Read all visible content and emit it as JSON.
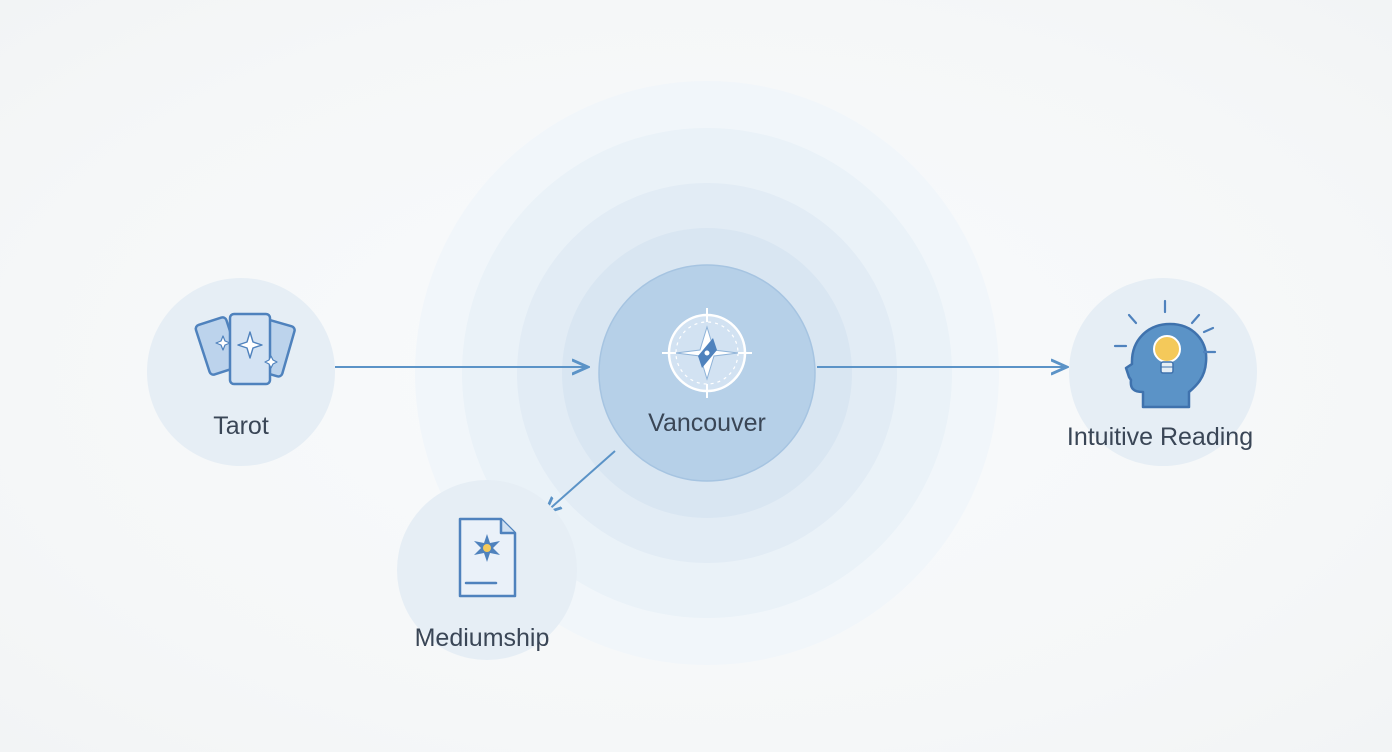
{
  "nodes": {
    "tarot": {
      "label": "Tarot",
      "icon": "tarot-cards-icon"
    },
    "center": {
      "label": "Vancouver",
      "icon": "compass-icon"
    },
    "intuitive": {
      "label": "Intuitive Reading",
      "icon": "head-lightbulb-icon"
    },
    "mediumship": {
      "label": "Mediumship",
      "icon": "document-star-icon"
    }
  },
  "colors": {
    "background": "#f7f9fa",
    "node_fill": "#e6eef5",
    "center_fill": "#b6d0e8",
    "line": "#5b93c7",
    "icon_stroke": "#4f82bd",
    "icon_fill": "#b9d1ec",
    "bulb": "#f4c95a",
    "label": "#3a4656"
  }
}
